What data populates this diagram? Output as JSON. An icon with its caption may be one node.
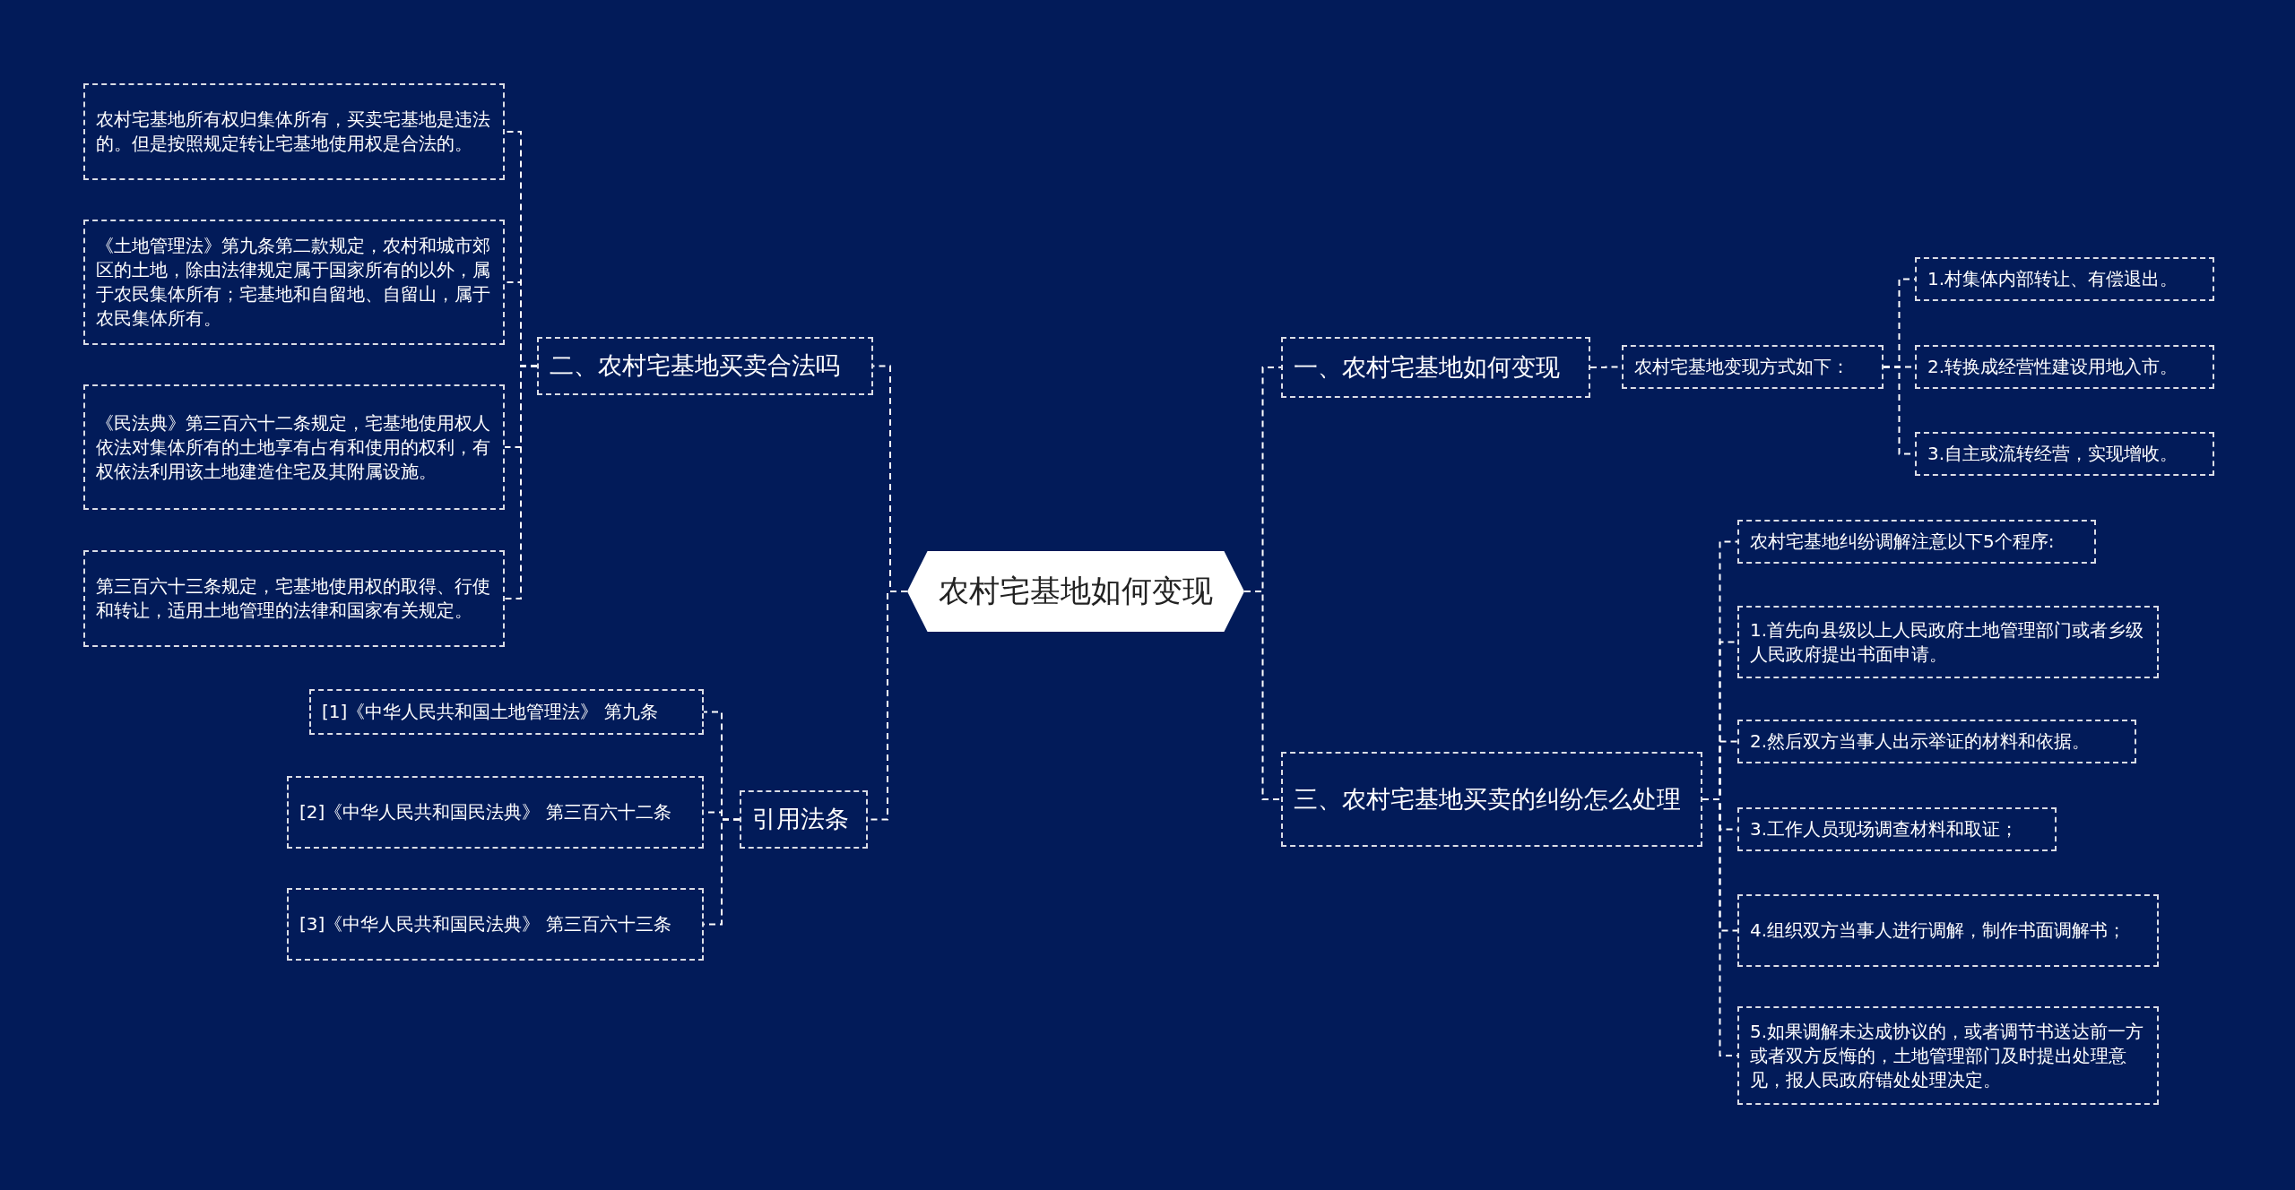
{
  "diagram": {
    "nodes": [
      {
        "text": [
          "农村宅基地如何变现"
        ]
      },
      {
        "text": [
          "二、农村宅基地买卖合法吗"
        ]
      },
      {
        "text": [
          "农村宅基地所有权归集体所有，买卖宅基地是违法的。但是按照规定转让宅基地使用权是合法的。"
        ]
      },
      {
        "text": [
          "《土地管理法》第九条第二款规定，农村和城市郊区的土地，除由法律规定属于国家所有的以外，属于农民集体所有；宅基地和自留地、自留山，属于农民集体所有。"
        ]
      },
      {
        "text": [
          "《民法典》第三百六十二条规定，宅基地使用权人依法对集体所有的土地享有占有和使用的权利，有权依法利用该土地建造住宅及其附属设施。"
        ]
      },
      {
        "text": [
          "第三百六十三条规定，宅基地使用权的取得、行使和转让，适用土地管理的法律和国家有关规定。"
        ]
      },
      {
        "text": [
          "引用法条"
        ]
      },
      {
        "text": [
          "[1]《中华人民共和国土地管理法》 第九条"
        ]
      },
      {
        "text": [
          "[2]《中华人民共和国民法典》 第三百六十二条"
        ]
      },
      {
        "text": [
          "[3]《中华人民共和国民法典》 第三百六十三条"
        ]
      },
      {
        "text": [
          "一、农村宅基地如何变现"
        ]
      },
      {
        "text": [
          "农村宅基地变现方式如下："
        ]
      },
      {
        "text": [
          "1.村集体内部转让、有偿退出。"
        ]
      },
      {
        "text": [
          "2.转换成经营性建设用地入市。"
        ]
      },
      {
        "text": [
          "3.自主或流转经营，实现增收。"
        ]
      },
      {
        "text": [
          "三、农村宅基地买卖的纠纷怎么处理"
        ]
      },
      {
        "text": [
          "农村宅基地纠纷调解注意以下5个程序:"
        ]
      },
      {
        "text": [
          "1.首先向县级以上人民政府土地管理部门或者乡级人民政府提出书面申请。"
        ]
      },
      {
        "text": [
          "2.然后双方当事人出示举证的材料和依据。"
        ]
      },
      {
        "text": [
          "3.工作人员现场调查材料和取证；"
        ]
      },
      {
        "text": [
          "4.组织双方当事人进行调解，制作书面调解书；"
        ]
      },
      {
        "text": [
          "5.如果调解未达成协议的，或者调节书送达前一方或者双方反悔的，土地管理部门及时提出处理意见，报人民政府错处处理决定。"
        ]
      }
    ],
    "edges": [
      {
        "from": 0,
        "to": 1,
        "arrow": "none"
      },
      {
        "from": 1,
        "to": 2,
        "arrow": "none"
      },
      {
        "from": 1,
        "to": 3,
        "arrow": "none"
      },
      {
        "from": 1,
        "to": 4,
        "arrow": "none"
      },
      {
        "from": 1,
        "to": 5,
        "arrow": "none"
      },
      {
        "from": 0,
        "to": 6,
        "arrow": "none"
      },
      {
        "from": 6,
        "to": 7,
        "arrow": "none"
      },
      {
        "from": 6,
        "to": 8,
        "arrow": "none"
      },
      {
        "from": 6,
        "to": 9,
        "arrow": "none"
      },
      {
        "from": 0,
        "to": 10,
        "arrow": "none"
      },
      {
        "from": 10,
        "to": 11,
        "arrow": "none"
      },
      {
        "from": 11,
        "to": 12,
        "arrow": "none"
      },
      {
        "from": 11,
        "to": 13,
        "arrow": "none"
      },
      {
        "from": 11,
        "to": 14,
        "arrow": "none"
      },
      {
        "from": 0,
        "to": 15,
        "arrow": "none"
      },
      {
        "from": 15,
        "to": 16,
        "arrow": "none"
      },
      {
        "from": 15,
        "to": 17,
        "arrow": "none"
      },
      {
        "from": 15,
        "to": 18,
        "arrow": "none"
      },
      {
        "from": 15,
        "to": 19,
        "arrow": "none"
      },
      {
        "from": 15,
        "to": 20,
        "arrow": "none"
      },
      {
        "from": 15,
        "to": 21,
        "arrow": "none"
      }
    ]
  }
}
